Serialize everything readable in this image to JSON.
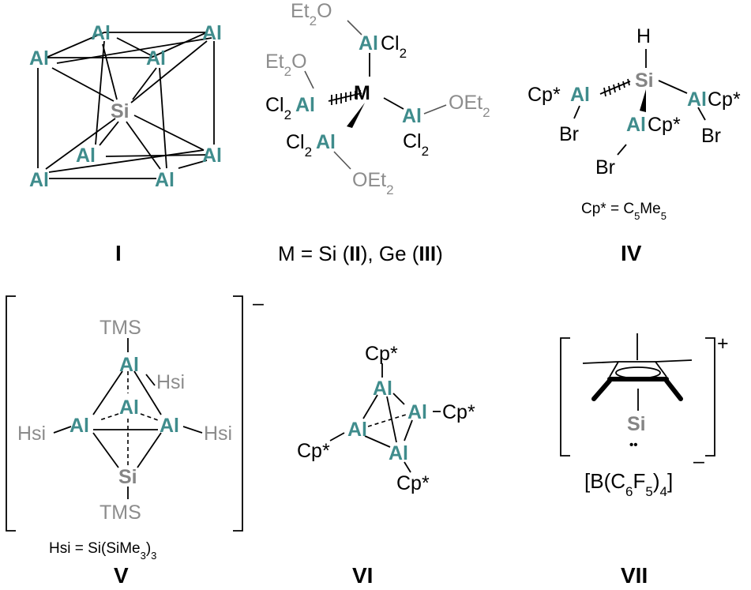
{
  "colors": {
    "aluminum": "#3f8c8c",
    "silicon": "#858585",
    "ligand_gray": "#8c8c8c",
    "text": "#000000"
  },
  "labels": {
    "al": "Al",
    "si": "Si",
    "m": "M",
    "h": "H",
    "cl2": "Cl2",
    "et2o": "Et2O",
    "oet2": "OEt2",
    "cp_star": "Cp*",
    "br": "Br",
    "tms": "TMS",
    "hsi": "Hsi",
    "charge_minus": "–",
    "charge_plus": "+",
    "lone_pair": "••"
  },
  "structures": [
    {
      "id": "I",
      "caption": "I"
    },
    {
      "id": "II_III",
      "caption_prefix": "M = Si (",
      "caption_ii": "II",
      "caption_mid": "), Ge (",
      "caption_iii": "III",
      "caption_suffix": ")"
    },
    {
      "id": "IV",
      "caption": "IV",
      "note": "Cp* = C5Me5"
    },
    {
      "id": "V",
      "caption": "V",
      "note": "Hsi = Si(SiMe3)3"
    },
    {
      "id": "VI",
      "caption": "VI"
    },
    {
      "id": "VII",
      "caption": "VII",
      "counterion": "[B(C6F5)4]"
    }
  ]
}
